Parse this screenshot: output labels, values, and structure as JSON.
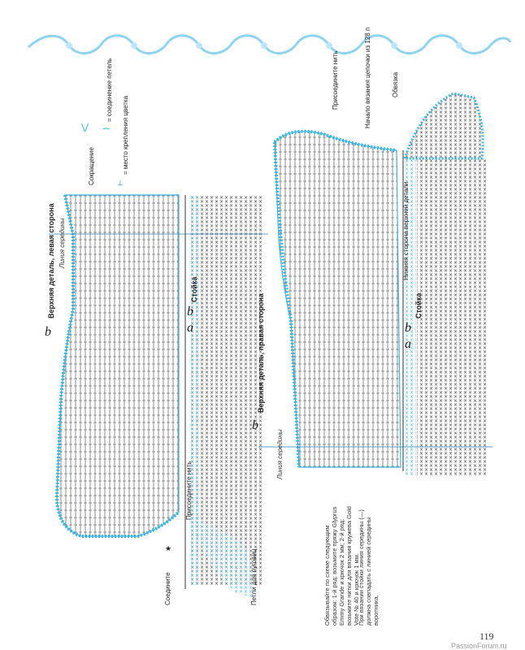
{
  "labels": {
    "left_part_title": "Верхняя деталь, левая сторона",
    "right_part_title": "Верхняя деталь, правая сторона",
    "center_line_left": "Линия середины",
    "center_line_right": "Линия середины",
    "stand_left": "Стойка",
    "stand_right": "Стойка",
    "attach_thread_left": "Присоедините нить",
    "attach_thread_right": "Присоедините нить",
    "loops_buttons": "Петли для пуговиц",
    "connect": "Соедините",
    "bottom_side": "Нижняя сторона верхней детали",
    "start_chain": "Начало вязания цепочки из 128 п",
    "edging": "Обвязка",
    "letter_a": "a",
    "letter_b": "b"
  },
  "legend": {
    "reduction": "Сокращение",
    "joining_loops": "= соединение петель",
    "flower_attach": "= место крепления цветка"
  },
  "notes": {
    "note1": "Обвязывайте по схеме следующим образом: 1-й ряд: возьмите пряжу Glyprus Emmy Grande и крючок 2 мм; 2-й ряд: возьмите нитки для вязания кружева Gold Vote № 40 и крючок 1 мм.",
    "note2": "При вязании стойки линия середины (—) должна совпадать с линией середины воротника."
  },
  "page_number": "119",
  "watermark": "PassionForum.ru",
  "colors": {
    "accent": "#3ab4e0",
    "ink": "#222222",
    "line": "#2a82b8"
  }
}
